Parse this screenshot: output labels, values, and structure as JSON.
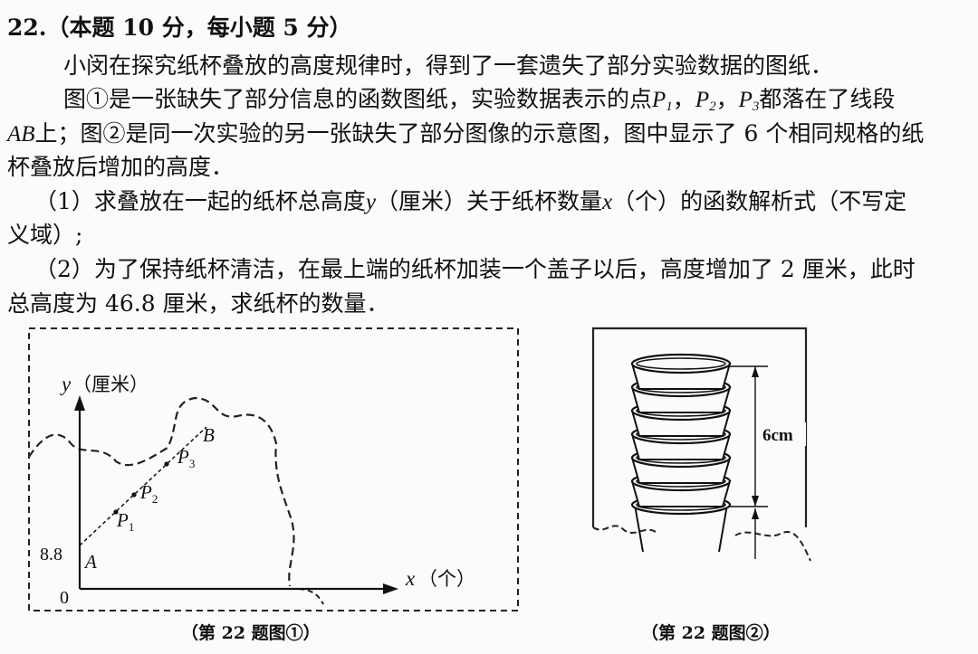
{
  "problem": {
    "number": "22.",
    "score_note": "（本题 10 分，每小题 5 分）",
    "para1": "小闵在探究纸杯叠放的高度规律时，得到了一套遗失了部分实验数据的图纸．",
    "para2a": "图①是一张缺失了部分信息的函数图纸，实验数据表示的点",
    "p_letter": "P",
    "p1_sub": "1",
    "p2_sub": "2",
    "p3_sub": "3",
    "comma": "，",
    "para2b": "都落在了线段",
    "ab": "AB",
    "para3": "上；图②是同一次实验的另一张缺失了部分图像的示意图，图中显示了 6 个相同规格的纸",
    "para4": "杯叠放后增加的高度．",
    "q1a": "（1）求叠放在一起的纸杯总高度",
    "var_y": "y",
    "q1b": "（厘米）关于纸杯数量",
    "var_x": "x",
    "q1c": "（个）的函数解析式（不写定",
    "q1d": "义域）;",
    "q2a": "（2）为了保持纸杯清洁，在最上端的纸杯加装一个盖子以后，高度增加了 2 厘米，此时",
    "q2b": "总高度为 46.8 厘米，求纸杯的数量．"
  },
  "figure1": {
    "y_axis_var": "y",
    "y_axis_unit": "（厘米）",
    "x_axis_var": "x",
    "x_axis_unit": "（个）",
    "origin": "0",
    "y_intercept": "8.8",
    "point_a": "A",
    "point_b": "B",
    "p1": "P",
    "p1_sub": "1",
    "p2": "P",
    "p2_sub": "2",
    "p3": "P",
    "p3_sub": "3",
    "caption": "（第 22 题图①）"
  },
  "figure2": {
    "cup_count": 6,
    "height_label": "6cm",
    "caption": "（第 22 题图②）"
  }
}
